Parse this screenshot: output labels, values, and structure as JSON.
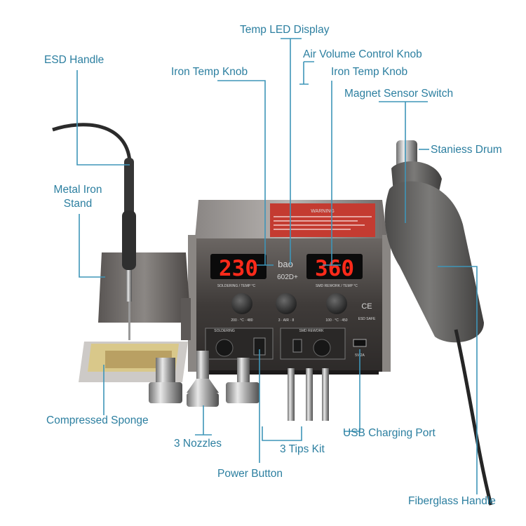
{
  "labels": {
    "temp_led_display": "Temp LED Display",
    "air_volume_knob": "Air Volume Control Knob",
    "esd_handle": "ESD Handle",
    "iron_temp_knob_left": "Iron Temp Knob",
    "iron_temp_knob_right": "Iron Temp Knob",
    "magnet_sensor_switch": "Magnet Sensor Switch",
    "stainless_drum": "Staniess Drum",
    "metal_iron_stand_line1": "Metal Iron",
    "metal_iron_stand_line2": "Stand",
    "compressed_sponge": "Compressed Sponge",
    "three_nozzles": "3 Nozzles",
    "three_tips_kit": "3 Tips Kit",
    "usb_charging_port": "USB Charging Port",
    "power_button": "Power Button",
    "fiberglass_handle": "Fiberglass Handle"
  },
  "device": {
    "brand": "bao",
    "model": "602D+",
    "display_left": "230",
    "display_right": "360",
    "left_panel_caption": "SOLDERING / TEMP °C",
    "right_panel_caption": "SMD REWORK / TEMP °C",
    "soldering_label": "SOLDERING",
    "smd_rework_label": "SMD REWORK",
    "knob_left_scale": [
      "200",
      "°C",
      "480"
    ],
    "knob_mid_scale": [
      "3",
      "AIR",
      "8"
    ],
    "knob_right_scale": [
      "100",
      "°C",
      "450"
    ],
    "usb_rating": "5V 2A",
    "ce_mark": "CE",
    "esd_mark": "ESD SAFE",
    "warning_title": "WARNING"
  },
  "colors": {
    "label_text": "#2c7fa0",
    "leader_line": "#3e95b8",
    "led": "#ff2a1a",
    "station_body": "#3b3837",
    "panel": "#2a2827",
    "warning_label": "#c43b31"
  }
}
